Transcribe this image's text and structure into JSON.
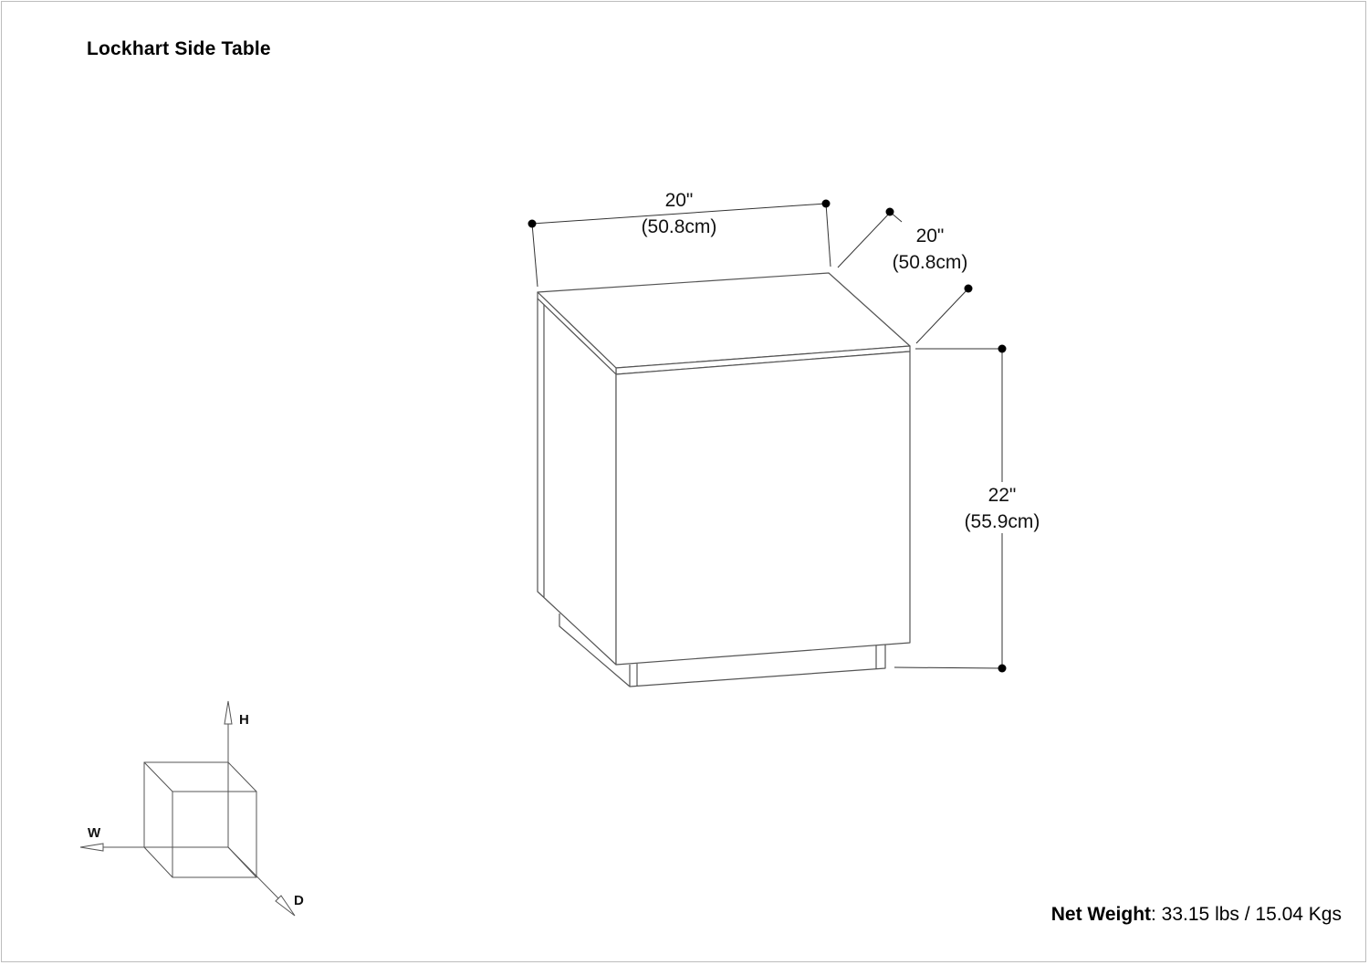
{
  "title": "Lockhart Side Table",
  "dimensions": {
    "width": {
      "in": "20\"",
      "cm": "(50.8cm)"
    },
    "depth": {
      "in": "20\"",
      "cm": "(50.8cm)"
    },
    "height": {
      "in": "22\"",
      "cm": "(55.9cm)"
    }
  },
  "axes": {
    "height": "H",
    "width": "W",
    "depth": "D"
  },
  "net_weight": {
    "label": "Net Weight",
    "value": ": 33.15 lbs / 15.04 Kgs"
  }
}
